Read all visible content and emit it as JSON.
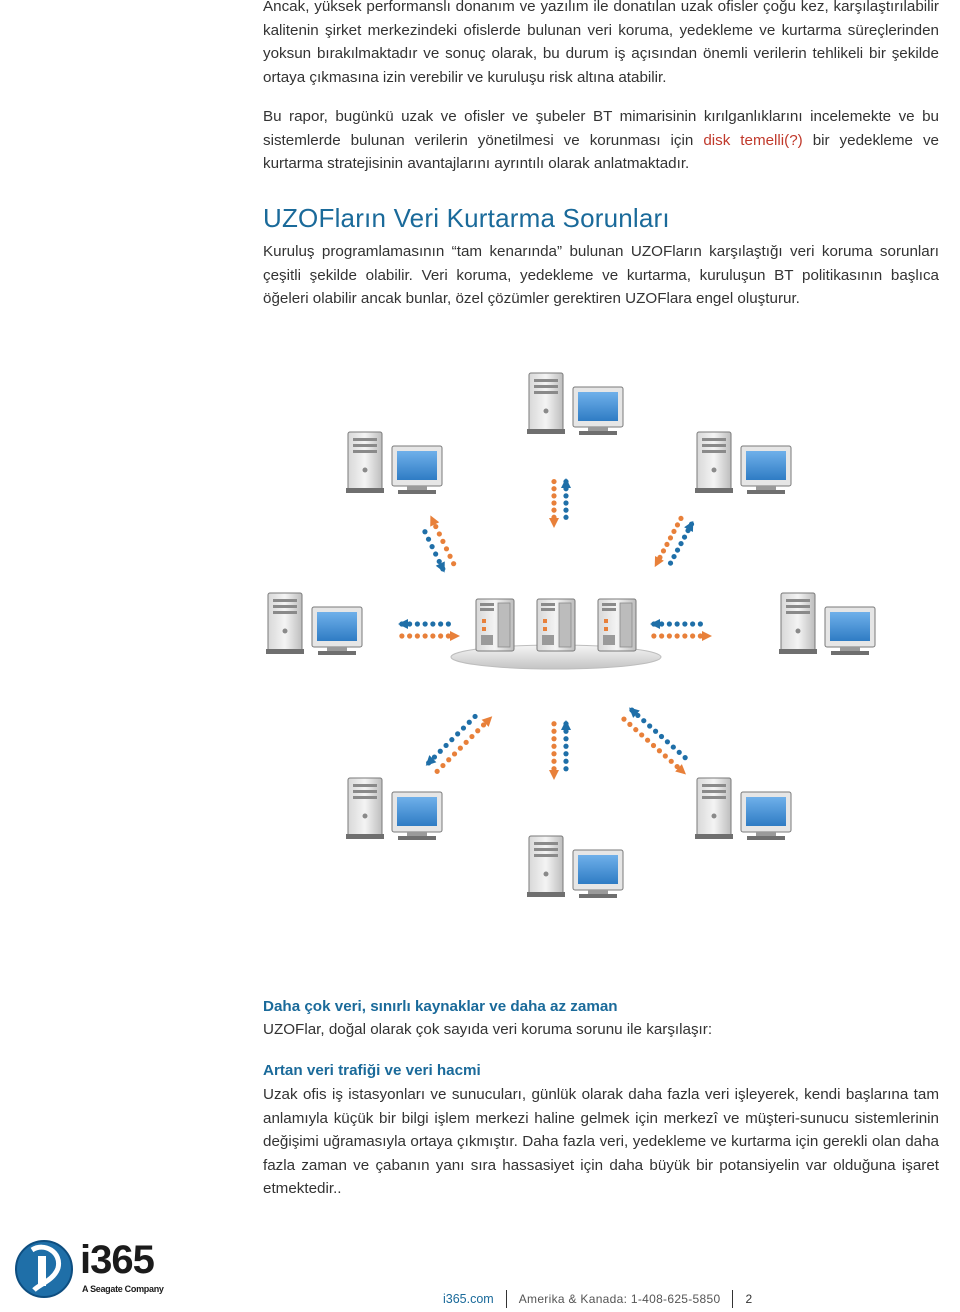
{
  "intro": {
    "para1": "Ancak, yüksek performanslı donanım ve yazılım ile donatılan uzak ofisler çoğu kez, karşılaştırılabilir kalitenin şirket merkezindeki ofislerde bulunan veri koruma, yedekleme ve kurtarma süreçlerinden yoksun bırakılmaktadır ve sonuç olarak, bu durum iş açısından önemli verilerin tehlikeli bir şekilde ortaya çıkmasına izin verebilir ve kuruluşu risk altına atabilir.",
    "para2_a": "Bu rapor, bugünkü uzak ve ofisler ve şubeler BT mimarisinin kırılganlıklarını incelemekte ve bu sistemlerde bulunan verilerin yönetilmesi ve korunması için ",
    "para2_red": "disk temelli(?)",
    "para2_b": " bir yedekleme ve kurtarma stratejisinin avantajlarını ayrıntılı olarak anlatmaktadır."
  },
  "section1": {
    "heading": "UZOFların Veri Kurtarma Sorunları",
    "body": "Kuruluş programlamasının “tam kenarında” bulunan UZOFların karşılaştığı veri koruma sorunları çeşitli şekilde olabilir. Veri koruma, yedekleme ve kurtarma, kuruluşun BT politikasının başlıca öğeleri olabilir ancak bunlar, özel çözümler gerektiren UZOFlara engel oluşturur."
  },
  "diagram": {
    "arrow_orange": "#e8803a",
    "arrow_blue": "#1f6fa8",
    "screen_blue": "#3f8fd6",
    "icons": [
      "computer-icon",
      "server-icon"
    ]
  },
  "section2": {
    "heading": "Daha çok veri, sınırlı kaynaklar ve daha az zaman",
    "body": "UZOFlar, doğal olarak çok sayıda veri koruma sorunu ile karşılaşır:"
  },
  "section3": {
    "heading": "Artan veri trafiği ve veri hacmi",
    "body": "Uzak ofis iş istasyonları ve sunucuları, günlük olarak daha fazla veri işleyerek, kendi başlarına tam anlamıyla küçük bir bilgi işlem merkezi haline gelmek için merkezî ve müşteri-sunucu sistemlerinin değişimi uğramasıyla ortaya çıkmıştır. Daha fazla veri, yedekleme ve kurtarma için gerekli olan daha fazla zaman ve çabanın yanı sıra hassasiyet için daha büyük bir potansiyelin var olduğuna işaret etmektedir.."
  },
  "logo": {
    "name": "i365",
    "tagline": "A Seagate Company"
  },
  "footer": {
    "site_a": "i365.",
    "site_b": "com",
    "phone": "Amerika & Kanada: 1-408-625-5850",
    "page": "2"
  }
}
